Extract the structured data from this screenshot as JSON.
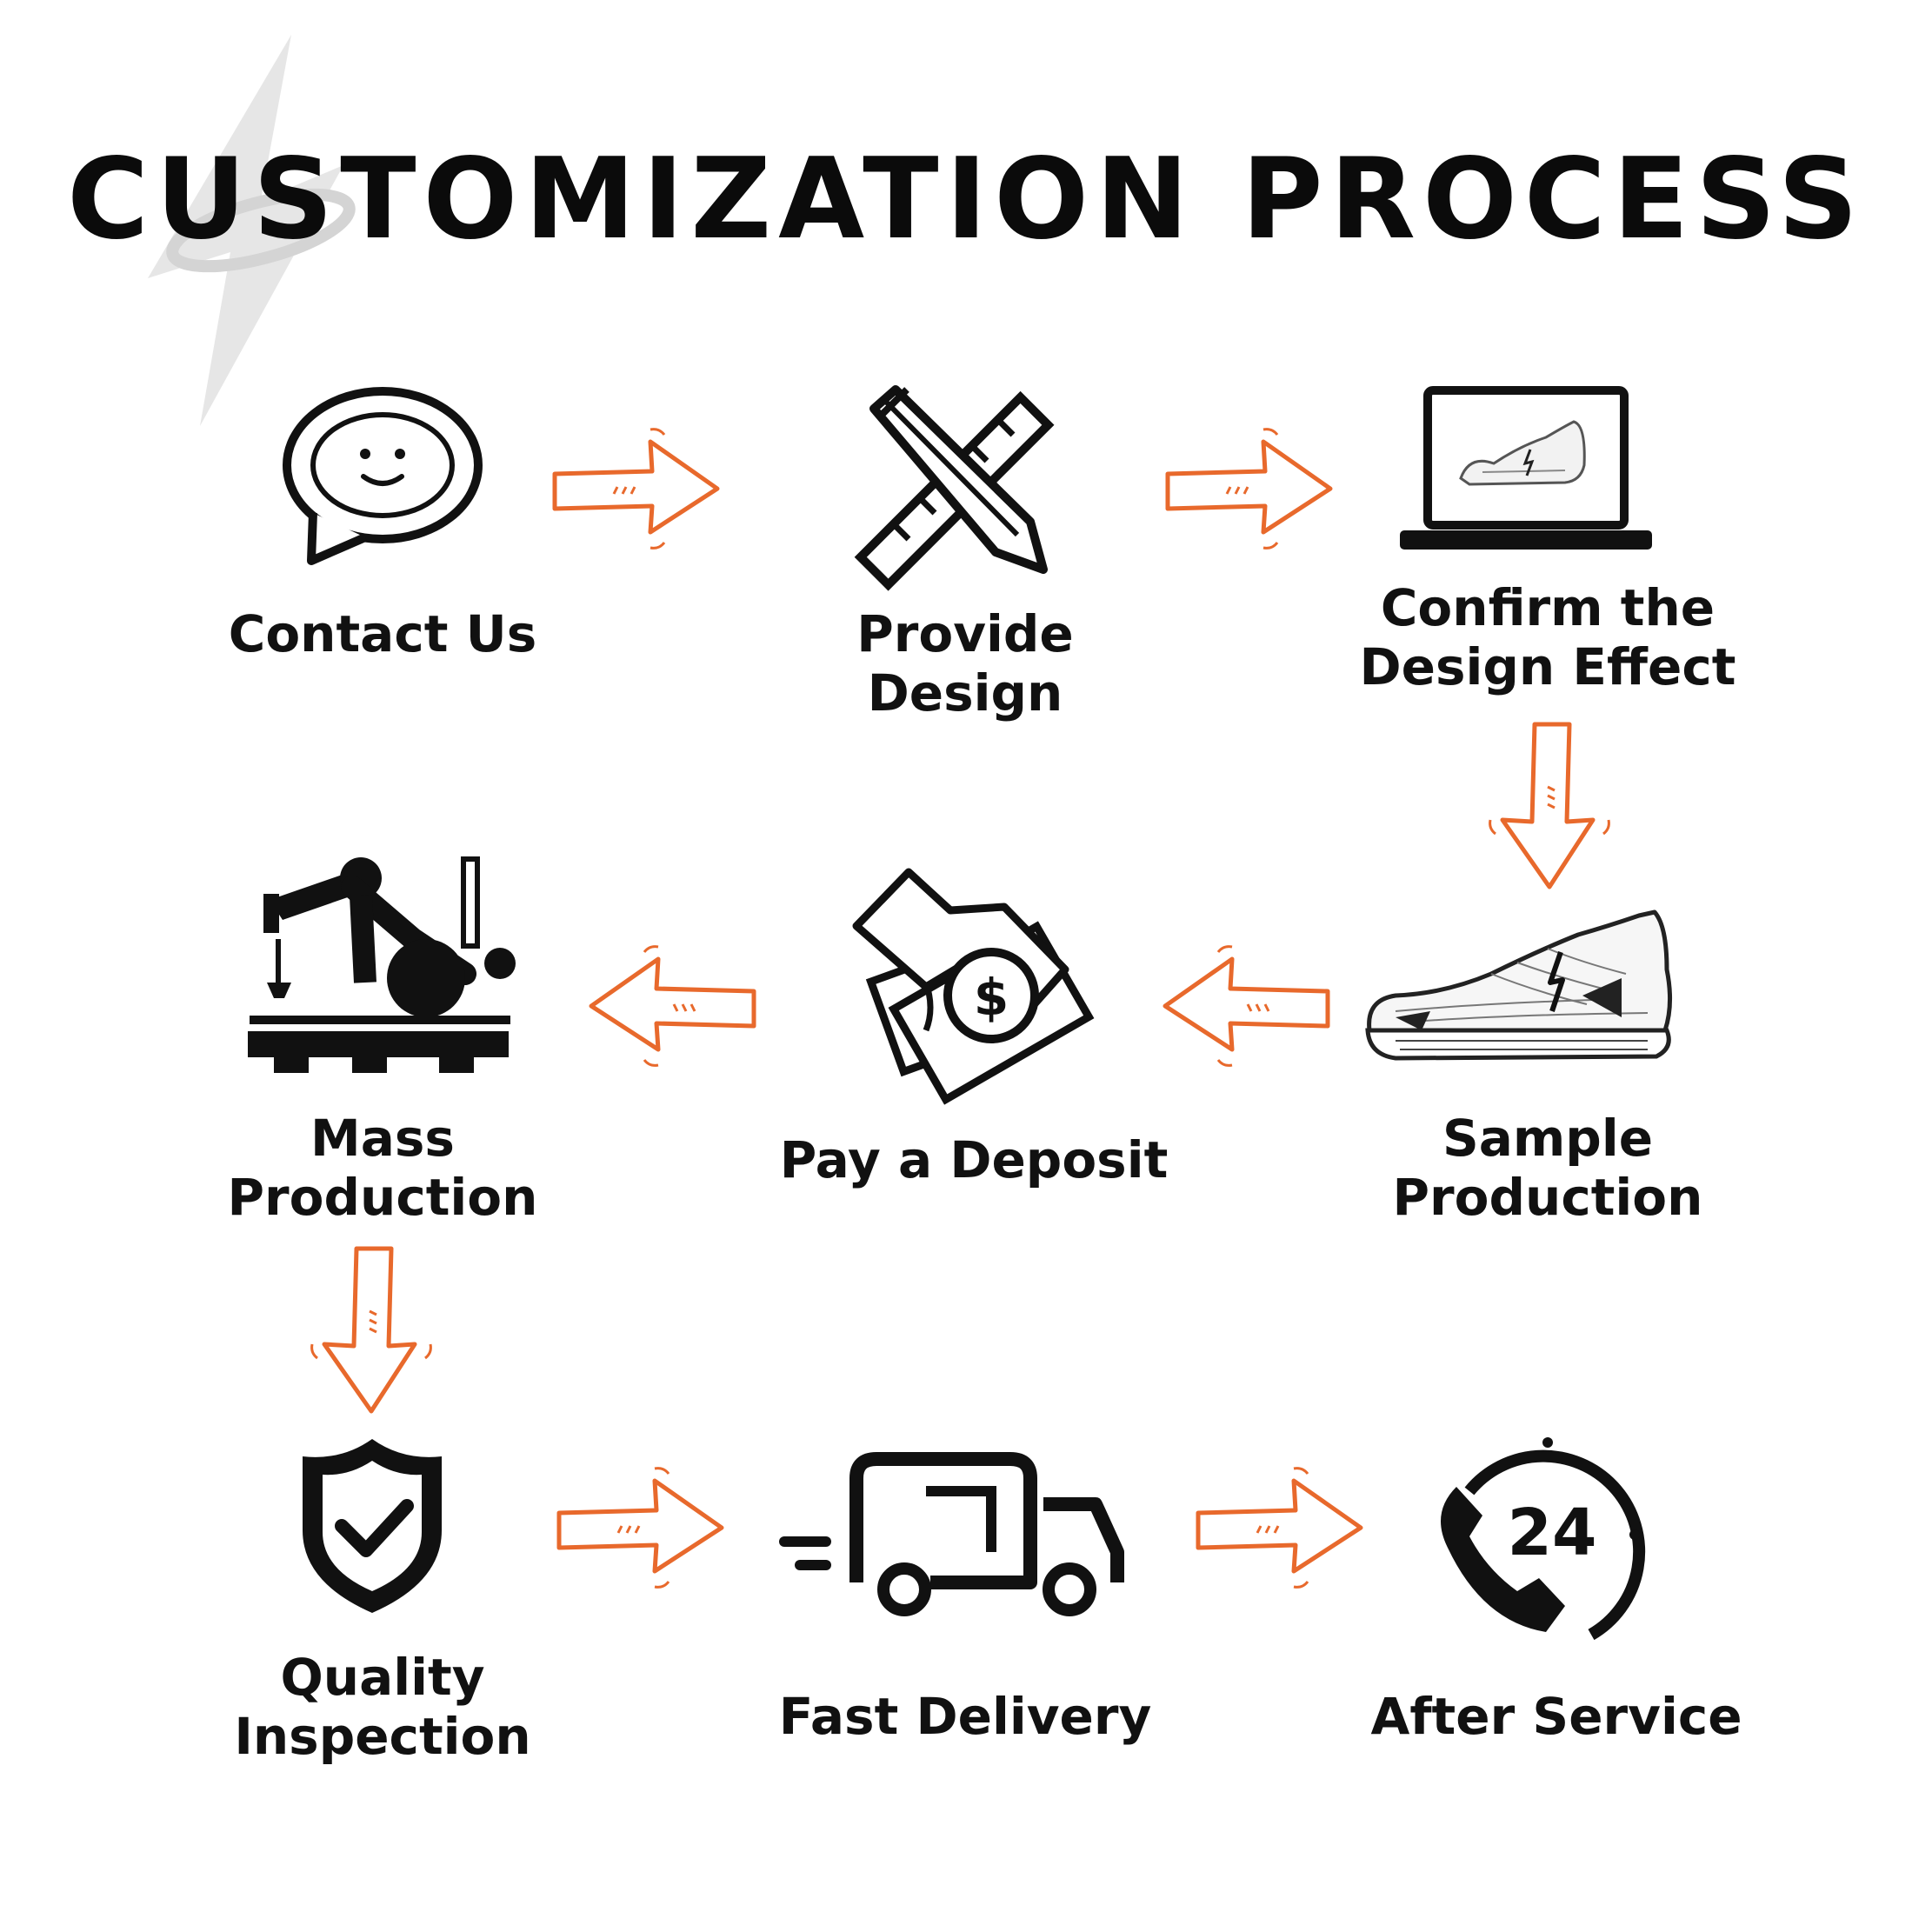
{
  "title": "CUSTOMIZATION PROCESS",
  "accent_color": "#e8692c",
  "steps": [
    {
      "label": "Contact Us",
      "icon": "chat-bubble-smiley-icon"
    },
    {
      "label": "Provide Design",
      "icon": "pencil-ruler-icon"
    },
    {
      "label": "Confirm the\nDesign Effect",
      "icon": "laptop-shoe-icon"
    },
    {
      "label": "Sample\nProduction",
      "icon": "sneaker-sketch-icon"
    },
    {
      "label": "Pay a Deposit",
      "icon": "money-hand-icon"
    },
    {
      "label": "Mass\nProduction",
      "icon": "robot-arm-icon"
    },
    {
      "label": "Quality\nInspection",
      "icon": "shield-check-icon"
    },
    {
      "label": "Fast Delivery",
      "icon": "delivery-truck-icon"
    },
    {
      "label": "After Service",
      "icon": "phone-24-icon"
    }
  ],
  "phone_icon_text": "24"
}
